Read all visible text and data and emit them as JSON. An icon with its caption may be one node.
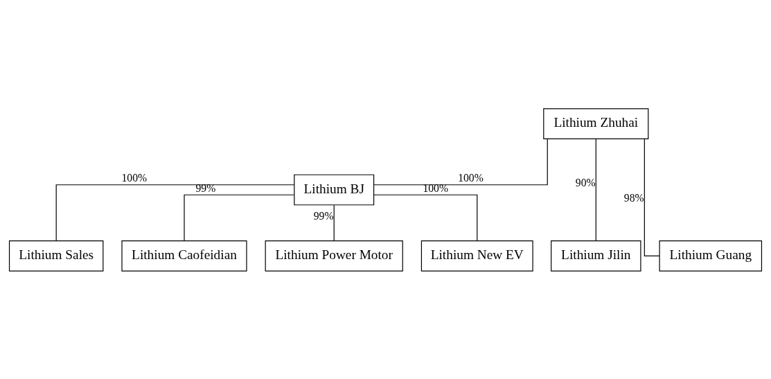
{
  "diagram": {
    "nodes": [
      {
        "text": [
          "Lithium Zhuhai"
        ]
      },
      {
        "text": [
          "Lithium BJ"
        ]
      },
      {
        "text": [
          "Lithium Sales"
        ]
      },
      {
        "text": [
          "Lithium Caofeidian"
        ]
      },
      {
        "text": [
          "Lithium Power Motor"
        ]
      },
      {
        "text": [
          "Lithium New EV"
        ]
      },
      {
        "text": [
          "Lithium Jilin"
        ]
      },
      {
        "text": [
          "Lithium Guang"
        ]
      }
    ],
    "edges": [
      {
        "from": 0,
        "to": 1,
        "arrow": "none",
        "label": "100%"
      },
      {
        "from": 0,
        "to": 6,
        "arrow": "none",
        "label": "90%"
      },
      {
        "from": 0,
        "to": 7,
        "arrow": "none",
        "label": "98%"
      },
      {
        "from": 1,
        "to": 2,
        "arrow": "none",
        "label": "100%"
      },
      {
        "from": 1,
        "to": 3,
        "arrow": "none",
        "label": "99%"
      },
      {
        "from": 1,
        "to": 4,
        "arrow": "none",
        "label": "99%"
      },
      {
        "from": 1,
        "to": 5,
        "arrow": "none",
        "label": "100%"
      }
    ]
  }
}
